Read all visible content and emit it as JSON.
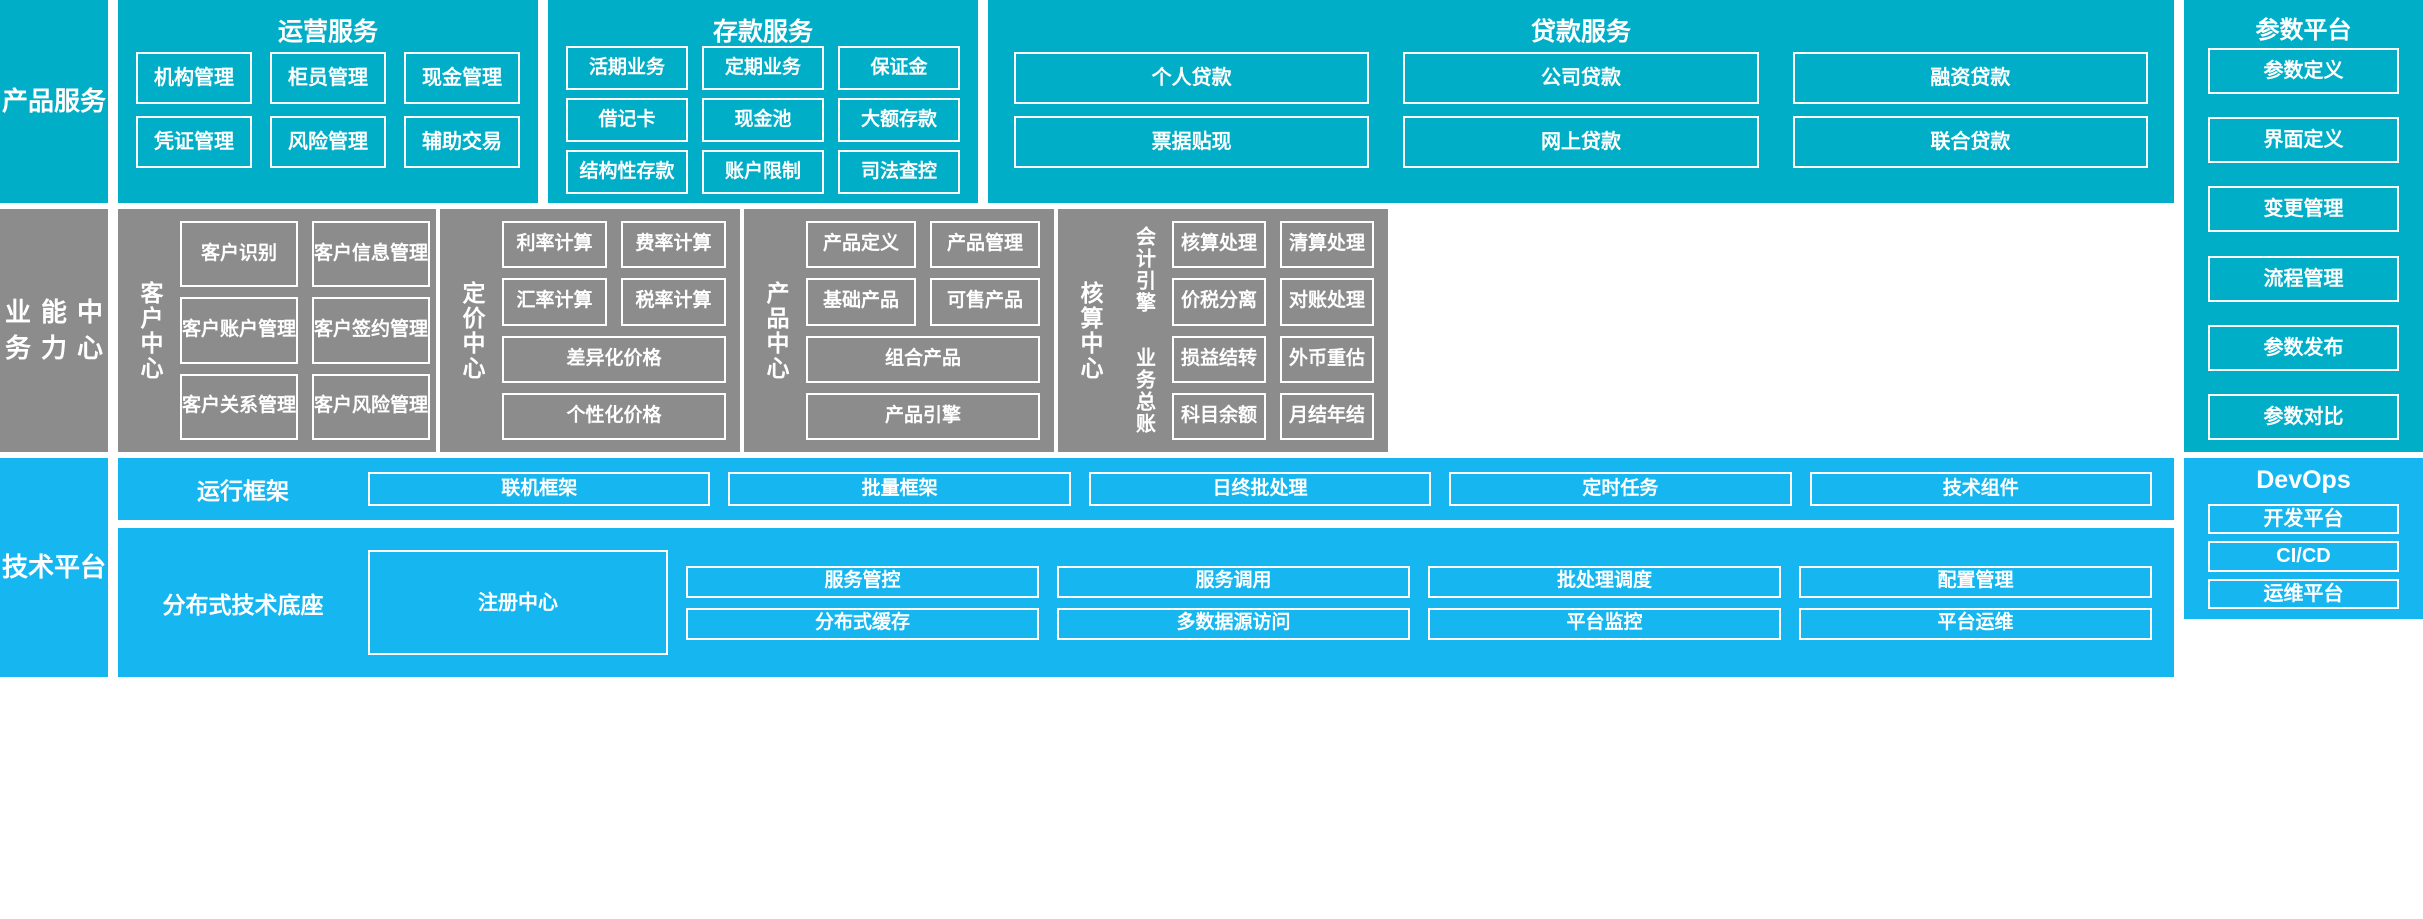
{
  "colors": {
    "teal": "#00aec7",
    "gray": "#8c8c8c",
    "blue": "#16b7f0",
    "border": "#ffffff"
  },
  "layers": {
    "product_services": {
      "side_label": "产品\n服务",
      "groups": [
        {
          "title": "运营服务",
          "items": [
            "机构管理",
            "柜员管理",
            "现金管理",
            "凭证管理",
            "风险管理",
            "辅助交易"
          ]
        },
        {
          "title": "存款服务",
          "items": [
            "活期业务",
            "定期业务",
            "保证金",
            "借记卡",
            "现金池",
            "大额存款",
            "结构性存款",
            "账户限制",
            "司法查控"
          ]
        },
        {
          "title": "贷款服务",
          "items": [
            "个人贷款",
            "公司贷款",
            "融资贷款",
            "票据贴现",
            "网上贷款",
            "联合贷款"
          ]
        }
      ]
    },
    "business_capability": {
      "side_label": "业务\n能力\n中心",
      "centers": [
        {
          "name": "客户中心",
          "items": [
            "客户识别",
            "客户信息管理",
            "客户账户管理",
            "客户签约管理",
            "客户关系管理",
            "客户风险管理"
          ]
        },
        {
          "name": "定价中心",
          "items": [
            "利率计算",
            "费率计算",
            "汇率计算",
            "税率计算"
          ],
          "wide_items": [
            "差异化价格",
            "个性化价格"
          ]
        },
        {
          "name": "产品中心",
          "items": [
            "产品定义",
            "产品管理",
            "基础产品",
            "可售产品"
          ],
          "wide_items": [
            "组合产品",
            "产品引擎"
          ]
        },
        {
          "name": "核算中心",
          "sub_labels": [
            "会计引擎",
            "业务总账"
          ],
          "items": [
            "核算处理",
            "清算处理",
            "价税分离",
            "对账处理",
            "损益结转",
            "外币重估",
            "科目余额",
            "月结年结"
          ]
        }
      ]
    },
    "technical_platform": {
      "side_label": "技术\n平台",
      "rows": [
        {
          "label": "运行框架",
          "items": [
            "联机框架",
            "批量框架",
            "日终批处理",
            "定时任务",
            "技术组件"
          ]
        },
        {
          "label": "分布式技术底座",
          "primary": "注册中心",
          "items": [
            "服务管控",
            "服务调用",
            "批处理调度",
            "配置管理",
            "分布式缓存",
            "多数据源访问",
            "平台监控",
            "平台运维"
          ]
        }
      ]
    }
  },
  "right_column": {
    "parameter_platform": {
      "title": "参数平台",
      "items": [
        "参数定义",
        "界面定义",
        "变更管理",
        "流程管理",
        "参数发布",
        "参数对比"
      ]
    },
    "devops": {
      "title": "DevOps",
      "items": [
        "开发平台",
        "CI/CD",
        "运维平台"
      ]
    }
  }
}
